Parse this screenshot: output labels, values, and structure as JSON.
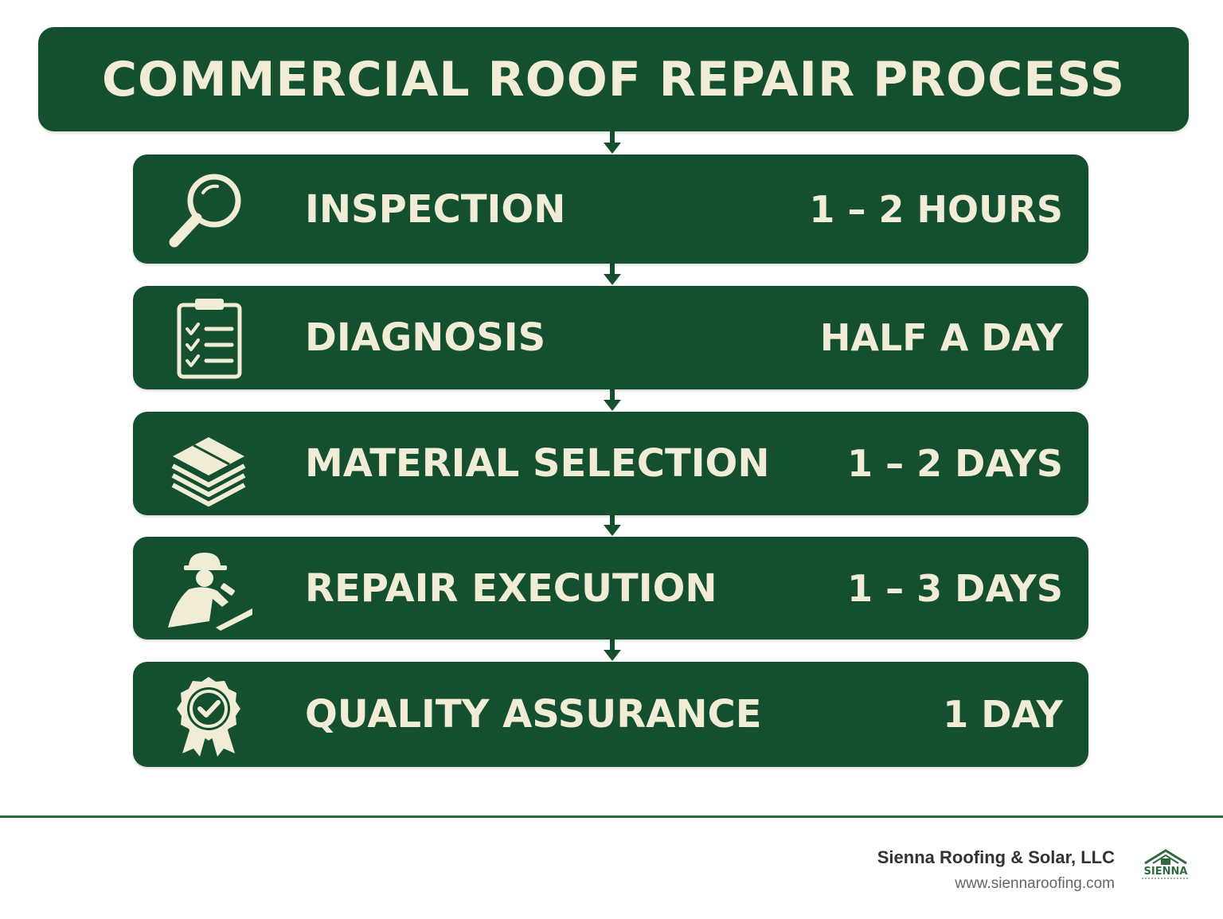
{
  "title": "COMMERCIAL ROOF REPAIR PROCESS",
  "steps": [
    {
      "label": "INSPECTION",
      "duration": "1 – 2 HOURS",
      "icon": "magnifying-glass-icon"
    },
    {
      "label": "DIAGNOSIS",
      "duration": "HALF A DAY",
      "icon": "clipboard-checklist-icon"
    },
    {
      "label": "MATERIAL SELECTION",
      "duration": "1 – 2 DAYS",
      "icon": "material-layers-icon"
    },
    {
      "label": "REPAIR EXECUTION",
      "duration": "1 – 3 DAYS",
      "icon": "roofer-worker-icon"
    },
    {
      "label": "QUALITY ASSURANCE",
      "duration": "1 DAY",
      "icon": "award-badge-icon"
    }
  ],
  "footer": {
    "company": "Sienna Roofing & Solar, LLC",
    "url": "www.siennaroofing.com",
    "logo_text": "SIENNA"
  },
  "colors": {
    "panel_green": "#14502f",
    "text_cream": "#f1ecd6",
    "footer_line": "#2e6a40"
  }
}
